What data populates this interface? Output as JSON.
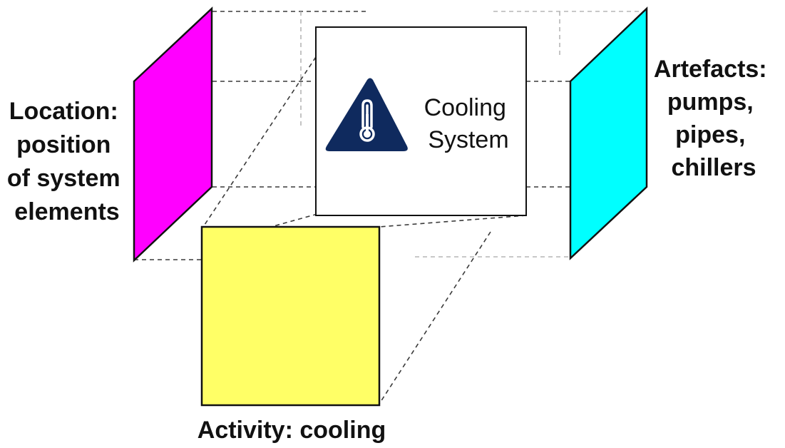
{
  "diagram": {
    "center": {
      "label_lines": [
        "Cooling",
        "System"
      ],
      "icon": "thermometer-warning-icon",
      "icon_color": "#0f2a5e"
    },
    "location": {
      "label_lines": [
        "Location:",
        "position",
        "of system",
        "elements"
      ],
      "color": "#ff00ff"
    },
    "artefacts": {
      "label_lines": [
        "Artefacts:",
        "pumps,",
        "pipes,",
        "chillers"
      ],
      "color": "#00ffff"
    },
    "activity": {
      "label": "Activity: cooling",
      "color": "#ffff66"
    }
  }
}
